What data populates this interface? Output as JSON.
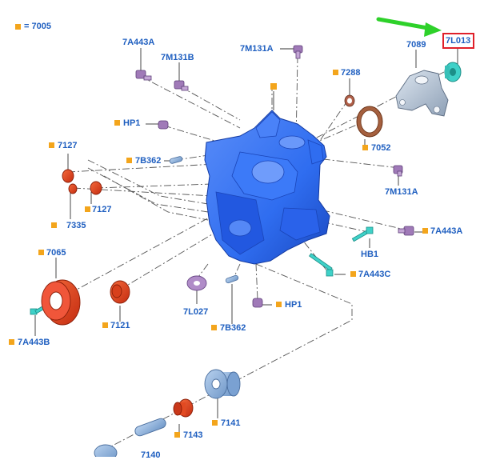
{
  "legend": {
    "marker_color": "#f3a51c",
    "text": "= 7005"
  },
  "labels": {
    "l7A443A_top": "7A443A",
    "l7M131B": "7M131B",
    "l7M131A_top": "7M131A",
    "l7089": "7089",
    "l7L013": "7L013",
    "l7288": "7288",
    "lHP1_top": "HP1",
    "l7052": "7052",
    "l7127_top": "7127",
    "l7B362_top": "7B362",
    "l7M131A_right": "7M131A",
    "l7335": "7335",
    "l7127_mid": "7127",
    "l7A443A_right": "7A443A",
    "l7065": "7065",
    "lHB1": "HB1",
    "l7A443C": "7A443C",
    "l7L027": "7L027",
    "l7B362_bot": "7B362",
    "lHP1_bot": "HP1",
    "l7121": "7121",
    "l7A443B": "7A443B",
    "l7141": "7141",
    "l7143": "7143",
    "l7140": "7140"
  },
  "colors": {
    "label_blue": "#1f5fc0",
    "highlight_red": "#e0202a",
    "arrow_green": "#2ed12a",
    "housing_blue": "#2f6df0",
    "part_purple": "#a07ab8",
    "part_red": "#e5431f",
    "part_light_blue": "#8fb3d9",
    "part_teal": "#3fd1c8"
  },
  "icons": {
    "pointer": "green-arrow-icon"
  }
}
